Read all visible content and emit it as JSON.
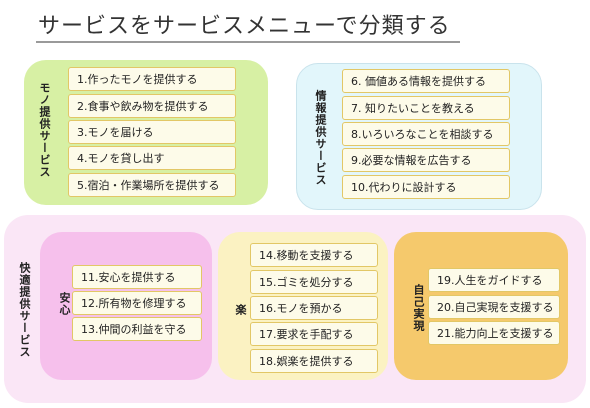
{
  "title": "サービスをサービスメニューで分類する",
  "groups": {
    "mono": {
      "label": "モノ提供サービス",
      "items": [
        "1.作ったモノを提供する",
        "2.食事や飲み物を提供する",
        "3.モノを届ける",
        "4.モノを貸し出す",
        "5.宿泊・作業場所を提供する"
      ]
    },
    "joho": {
      "label": "情報提供サービス",
      "items": [
        "6. 価値ある情報を提供する",
        "7. 知りたいことを教える",
        "8.いろいろなことを相談する",
        "9.必要な情報を広告する",
        "10.代わりに設計する"
      ]
    },
    "kaiteki": {
      "label": "快適提供サービス"
    },
    "anshin": {
      "label": "安心",
      "items": [
        "11.安心を提供する",
        "12.所有物を修理する",
        "13.仲間の利益を守る"
      ]
    },
    "raku": {
      "label": "楽",
      "items": [
        "14.移動を支援する",
        "15.ゴミを処分する",
        "16.モノを預かる",
        "17.要求を手配する",
        "18.娯楽を提供する"
      ]
    },
    "jiko": {
      "label": "自己実現",
      "items": [
        "19.人生をガイドする",
        "20.自己実現を支援する",
        "21.能力向上を支援する"
      ]
    }
  },
  "colors": {
    "mono_bg": "#d7f0a4",
    "joho_bg": "#e2f6fb",
    "kaiteki_bg": "#fae6f6",
    "anshin_bg": "#f6c0ec",
    "raku_bg": "#fbf2c2",
    "jiko_bg": "#f5c96c",
    "item_bg": "#fdfbe9",
    "item_border": "#e2c766"
  }
}
